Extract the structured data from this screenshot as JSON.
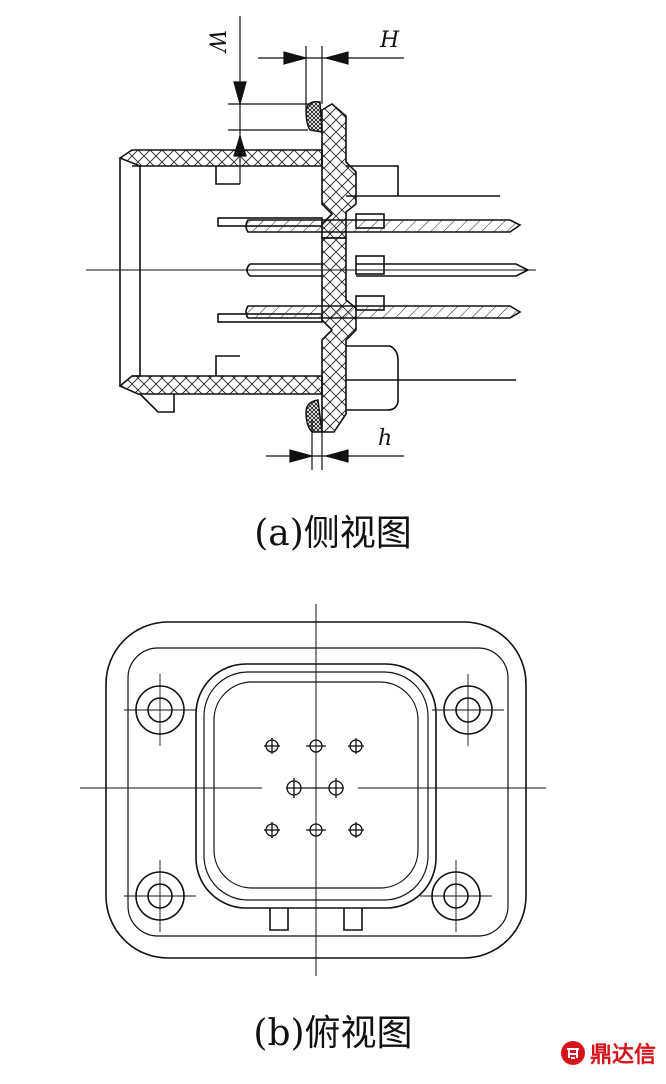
{
  "captions": {
    "side_view": "(a)侧视图",
    "top_view": "(b)俯视图"
  },
  "dimensions": {
    "W": "W",
    "H": "H",
    "h": "h"
  },
  "logo": {
    "text": "鼎达信",
    "color": "#d4161c"
  }
}
